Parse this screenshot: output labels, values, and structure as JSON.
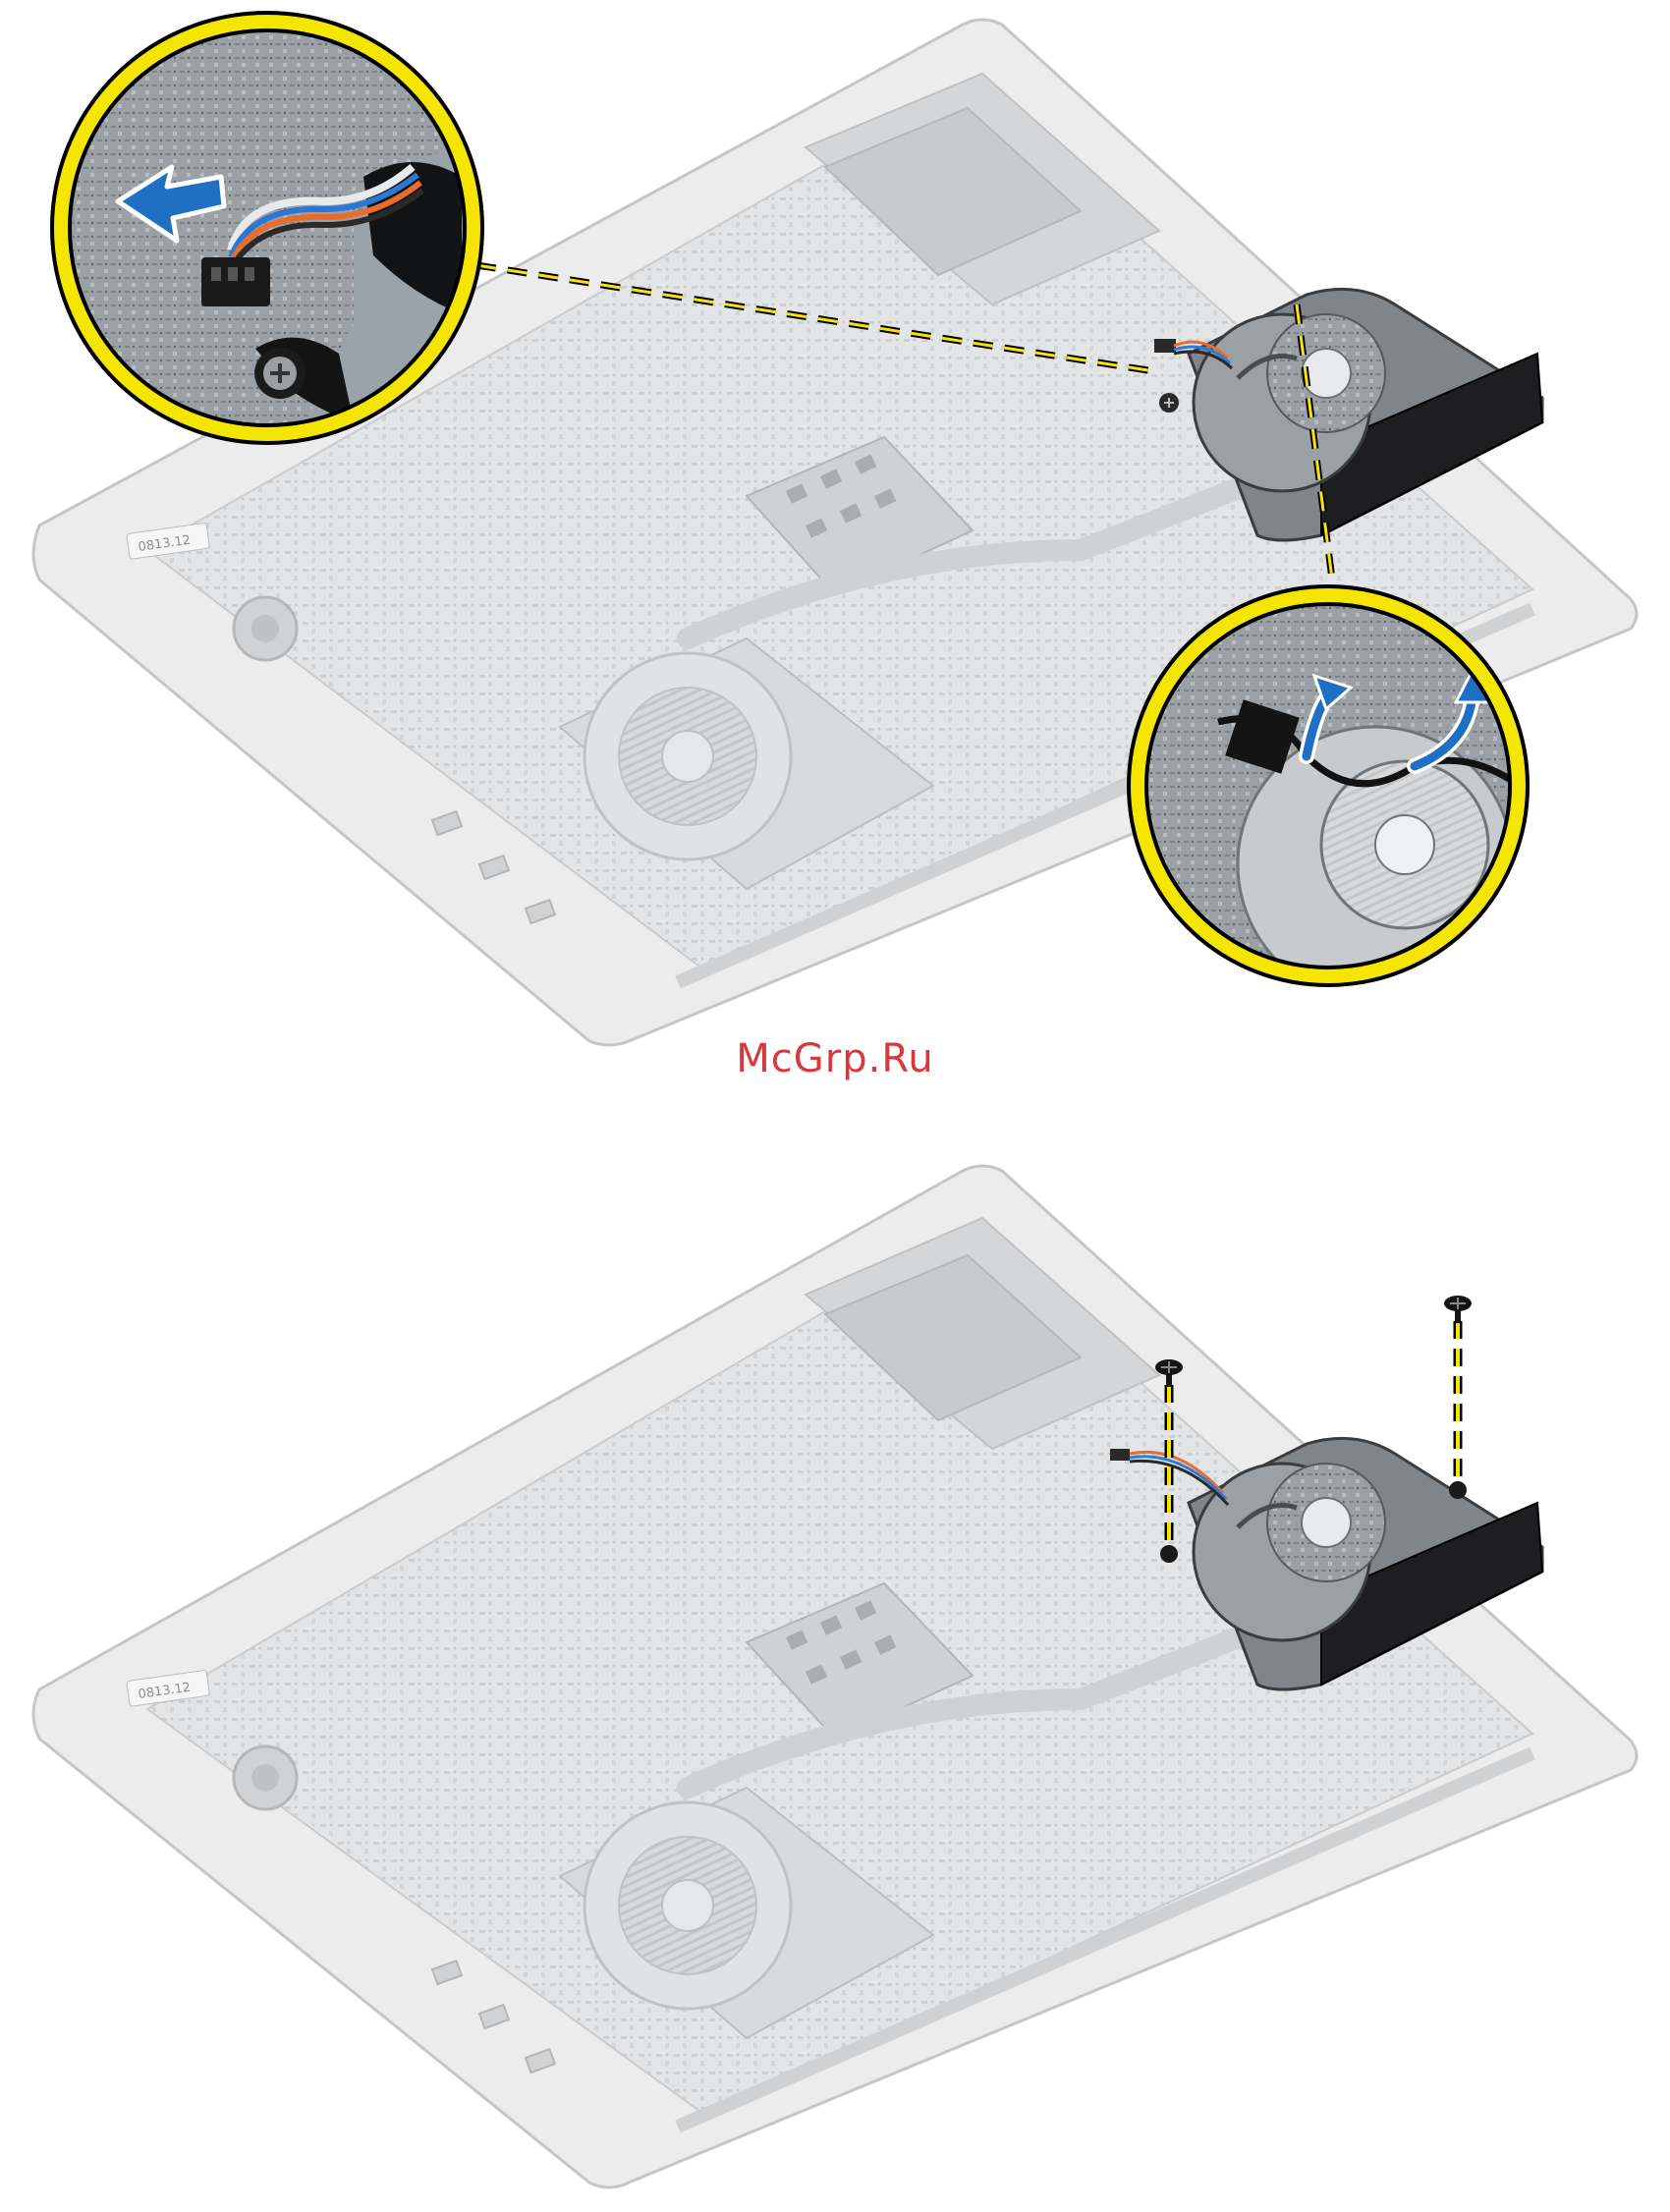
{
  "figures": [
    {
      "step": "disconnect-fan-cable-and-unroute",
      "sticker_label": "0813.12"
    },
    {
      "step": "remove-fan-screws",
      "sticker_label": "0813.12"
    }
  ],
  "watermark": "McGrp.Ru",
  "colors": {
    "callout_ring": "#f4e600",
    "callout_outline": "#000000",
    "arrow": "#1f6fc4",
    "watermark": "#d8373b",
    "chassis": "#e6e7e8",
    "chassis_edge": "#b9bbbe",
    "fan_dark": "#1e1e20"
  },
  "icons": [
    "blue-arrow-icon",
    "screw-icon",
    "connector-icon"
  ]
}
